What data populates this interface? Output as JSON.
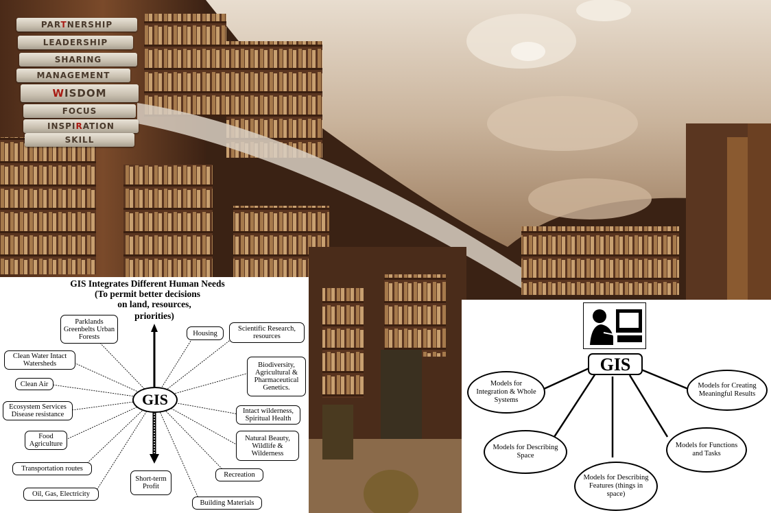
{
  "books": [
    {
      "pre": "PAR",
      "accent": "T",
      "post": "NERSHIP"
    },
    {
      "pre": "LEADERSHIP",
      "accent": "",
      "post": ""
    },
    {
      "pre": "SHARING",
      "accent": "",
      "post": ""
    },
    {
      "pre": "MANAGEMENT",
      "accent": "",
      "post": ""
    },
    {
      "pre": "",
      "accent": "W",
      "post": "ISDOM"
    },
    {
      "pre": "FOCUS",
      "accent": "",
      "post": ""
    },
    {
      "pre": "INSPI",
      "accent": "R",
      "post": "ATION"
    },
    {
      "pre": "SKILL",
      "accent": "",
      "post": ""
    }
  ],
  "left_diagram": {
    "title": [
      "GIS Integrates Different Human Needs",
      "(To permit better decisions",
      "on land, resources,",
      "priorities)"
    ],
    "center": "GIS",
    "needs": [
      "Parklands Greenbelts Urban Forests",
      "Clean Water Intact Watersheds",
      "Clean Air",
      "Ecosystem Services Disease resistance",
      "Food Agriculture",
      "Transportation routes",
      "Oil, Gas, Electricity",
      "Short-term Profit",
      "Building Materials",
      "Recreation",
      "Natural Beauty, Wildlife & Wilderness",
      "Intact wilderness, Spiritual Health",
      "Biodiversity, Agricultural & Pharmaceutical Genetics.",
      "Scientific Research, resources",
      "Housing"
    ]
  },
  "right_diagram": {
    "center": "GIS",
    "models": [
      "Models for Integration & Whole Systems",
      "Models for Creating Meaningful Results",
      "Models for Describing Space",
      "Models for Functions and Tasks",
      "Models for Describing Features (things in space)"
    ]
  }
}
